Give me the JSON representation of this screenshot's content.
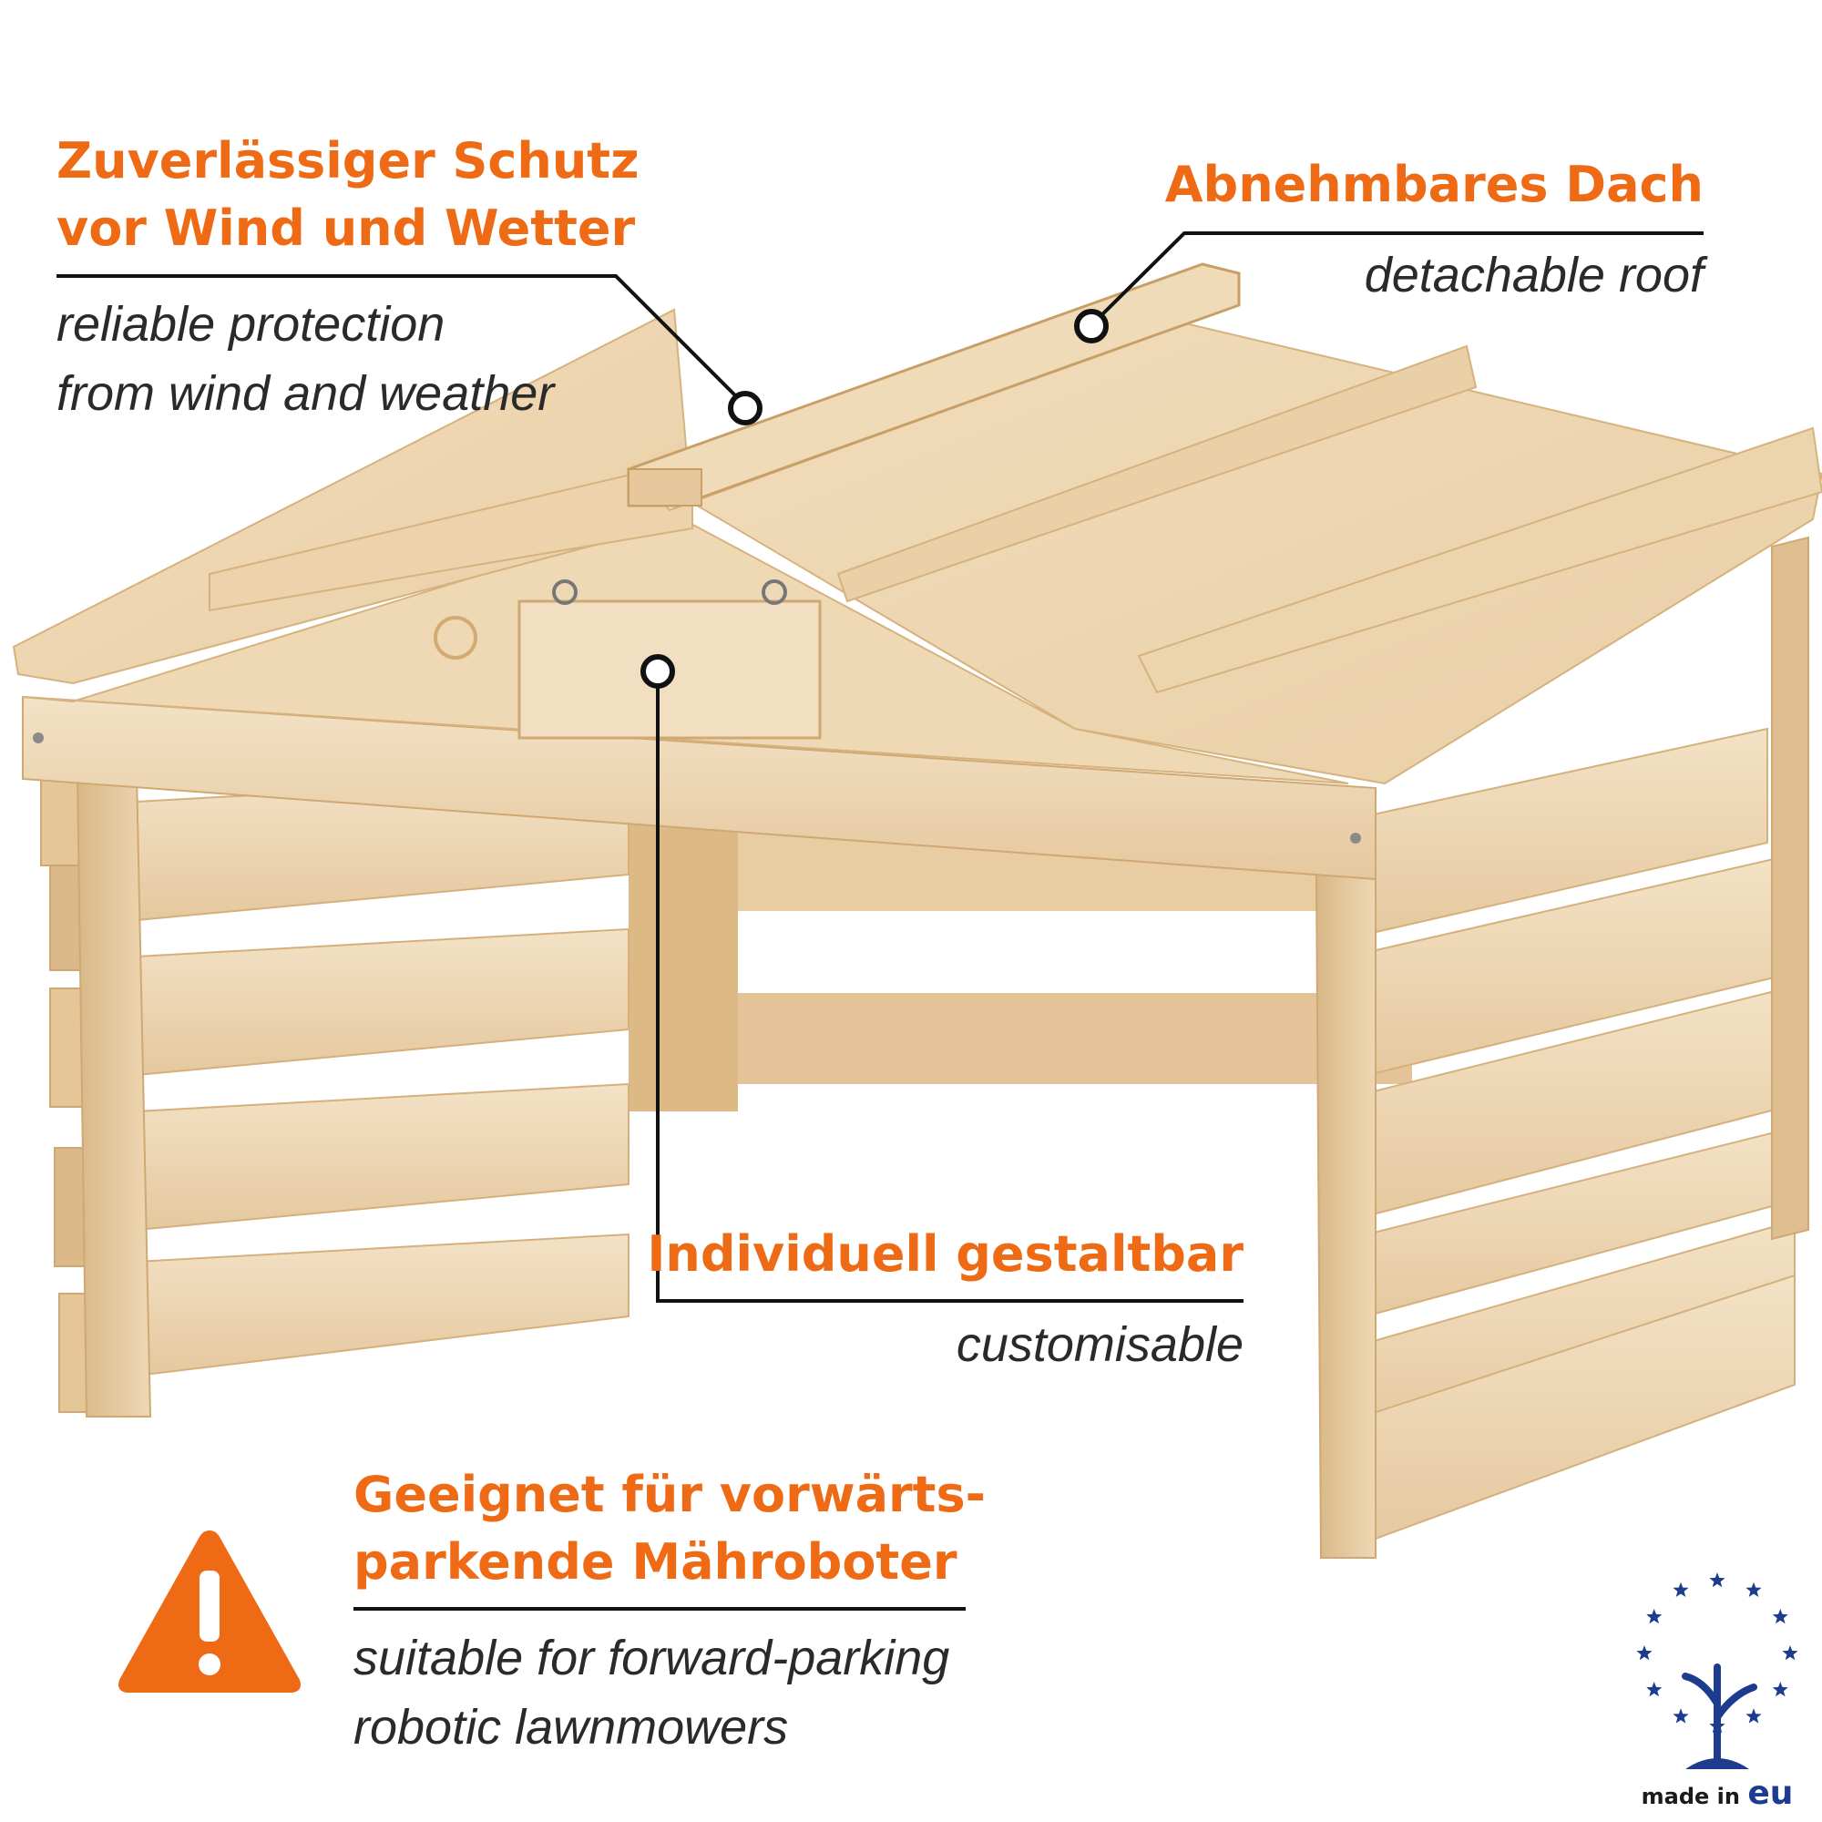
{
  "callouts": {
    "protection": {
      "de_line1": "Zuverlässiger Schutz",
      "de_line2": "vor Wind und Wetter",
      "en_line1": "reliable protection",
      "en_line2": "from wind and weather"
    },
    "roof": {
      "de": "Abnehmbares Dach",
      "en": "detachable roof"
    },
    "custom": {
      "de": "Individuell gestaltbar",
      "en": "customisable"
    },
    "suitable": {
      "de_line1": "Geeignet für vorwärts-",
      "de_line2": "parkende Mähroboter",
      "en_line1": "suitable for forward-parking",
      "en_line2": "robotic lawnmowers"
    }
  },
  "badge": {
    "label_prefix": "made in ",
    "label_region": "eu"
  },
  "colors": {
    "accent": "#ee6a14",
    "wood_light": "#efd9b8",
    "wood_mid": "#e3c497",
    "wood_dark": "#cfa873",
    "eu_blue": "#1d3c8f",
    "leader": "#111111"
  },
  "icons": {
    "warning": "warning-triangle-icon",
    "eu": "eu-tree-stars-icon"
  }
}
